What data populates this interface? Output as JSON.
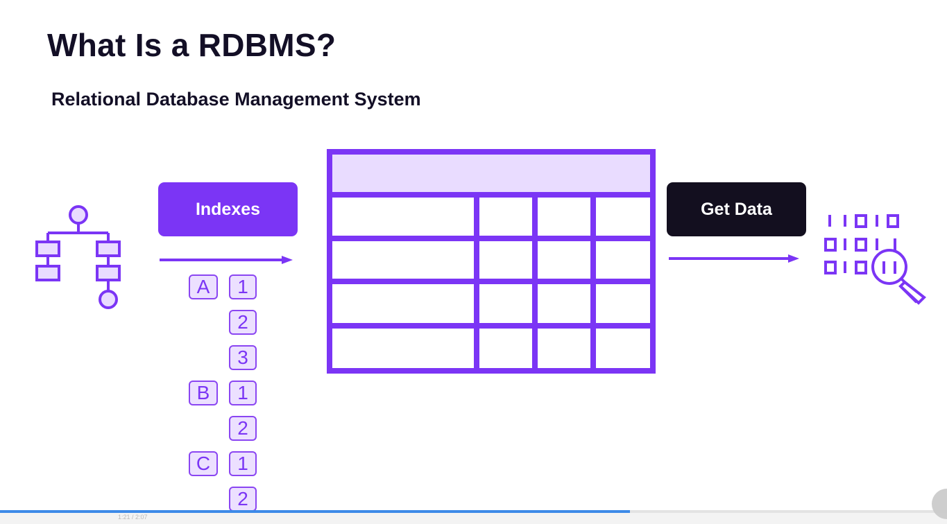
{
  "slide": {
    "title": "What Is a RDBMS?",
    "subtitle": "Relational Database Management System"
  },
  "buttons": {
    "indexes": "Indexes",
    "get_data": "Get Data"
  },
  "index_list": [
    {
      "letter": "A",
      "numbers": [
        "1",
        "2",
        "3"
      ]
    },
    {
      "letter": "B",
      "numbers": [
        "1",
        "2"
      ]
    },
    {
      "letter": "C",
      "numbers": [
        "1",
        "2"
      ]
    }
  ],
  "table_graphic": {
    "rows": 4,
    "columns": 4
  },
  "binary_icon": {
    "rows": [
      "11010",
      "01011",
      "010"
    ]
  },
  "player": {
    "time": "1:21 / 2:07",
    "progress_fraction": 0.665
  },
  "colors": {
    "accent": "#7b35f5",
    "accent_light": "#e9dcff",
    "dark": "#130f1f",
    "progress": "#3d8ae8"
  },
  "icons": [
    "flowchart-icon",
    "table-icon",
    "binary-search-icon",
    "arrow-right-icon"
  ]
}
